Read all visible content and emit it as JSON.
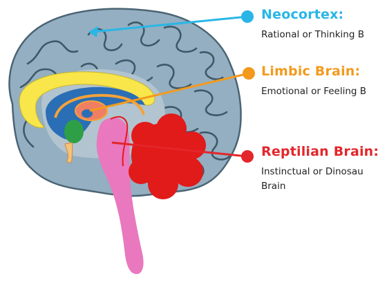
{
  "labels": {
    "neocortex": {
      "title": "Neocortex:",
      "desc": "Rational or Thinking B",
      "color": "#29B6E6"
    },
    "limbic": {
      "title": "Limbic Brain:",
      "desc": "Emotional or Feeling B",
      "color": "#F39A1E"
    },
    "reptilian": {
      "title": "Reptilian Brain:",
      "desc_line1": "Instinctual or Dinosau",
      "desc_line2": "Brain",
      "color": "#E3262B"
    }
  },
  "colors": {
    "cortex_fill": "#93AFC1",
    "cortex_stroke": "#4B6474",
    "gyri": "#3F5867",
    "inner_area": "#B2C4CF",
    "corpus_callosum": "#F8E64A",
    "limbic_orange": "#F4A23A",
    "thalamus": "#F07E63",
    "amygdala": "#2F9F47",
    "ventricle_blue": "#2A6EB5",
    "brainstem_pink": "#E978BE",
    "cerebellum_red": "#E11A1A"
  },
  "icons": [
    "pointer-line-neocortex",
    "pointer-line-limbic",
    "pointer-line-reptilian"
  ]
}
